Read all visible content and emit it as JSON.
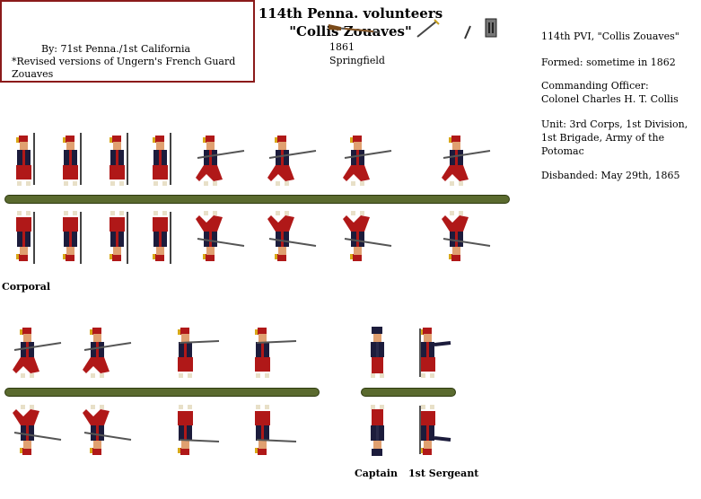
{
  "title": {
    "line1": "114th Penna. volunteers",
    "line2": "\"Collis Zouaves\"",
    "byline": "By: 71st Penna./1st California",
    "note": "*Revised versions of Ungern's French Guard Zouaves"
  },
  "equipment": {
    "rifle_label_year": "1861",
    "rifle_label_name": "Springfield"
  },
  "info": {
    "unit_name": "114th PVI, \"Collis Zouaves\"",
    "formed": "Formed: sometime in 1862",
    "co_heading": "Commanding Officer:",
    "co_name": "Colonel Charles H. T. Collis",
    "unit": "Unit: 3rd Corps, 1st Division, 1st Brigade, Army of the Potomac",
    "disbanded": "Disbanded: May 29th, 1865"
  },
  "captions": {
    "corporal": "Corporal",
    "captain": "Captain",
    "first_sergeant": "1st Sergeant"
  },
  "colors": {
    "jacket": "#1c1c3c",
    "trousers": "#b01818",
    "fez": "#b01818",
    "tassel": "#d8a818",
    "skin": "#e0a070",
    "gaiter": "#e8e0c8",
    "ground": "#5a6a2e"
  }
}
